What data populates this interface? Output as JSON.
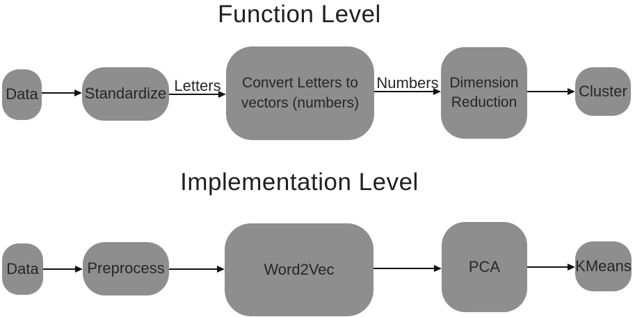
{
  "titles": {
    "function": "Function Level",
    "implementation": "Implementation Level"
  },
  "function_level": {
    "nodes": {
      "data": "Data",
      "standardize": "Standardize",
      "convert": "Convert Letters to vectors (numbers)",
      "dimension_reduction": "Dimension Reduction",
      "cluster": "Cluster"
    },
    "edge_labels": {
      "letters": "Letters",
      "numbers": "Numbers"
    }
  },
  "implementation_level": {
    "nodes": {
      "data": "Data",
      "preprocess": "Preprocess",
      "word2vec": "Word2Vec",
      "pca": "PCA",
      "kmeans": "KMeans"
    }
  },
  "colors": {
    "node_fill": "#8e8e8e",
    "text": "#262626",
    "arrow": "#111111",
    "background": "#ffffff",
    "title_color": "#1f1f1f"
  }
}
